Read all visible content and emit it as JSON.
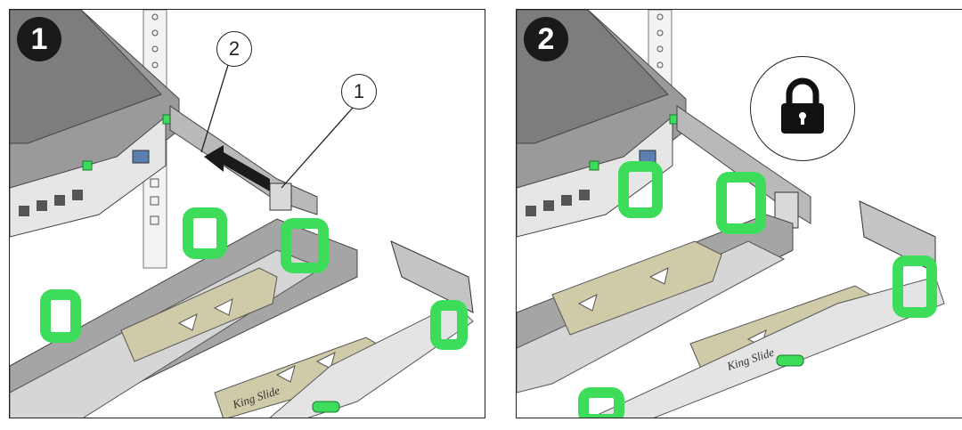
{
  "panels": [
    {
      "step": "1",
      "callouts": [
        {
          "label": "2"
        },
        {
          "label": "1"
        }
      ],
      "brand_label": "King Slide"
    },
    {
      "step": "2",
      "lock_icon": "lock-icon",
      "brand_label": "King Slide"
    }
  ],
  "colors": {
    "accent_green": "#3ddc5a",
    "chassis_gray": "#8a8a8a",
    "rail_gray": "#b9b9b9",
    "tray_khaki": "#cfcaa8"
  }
}
